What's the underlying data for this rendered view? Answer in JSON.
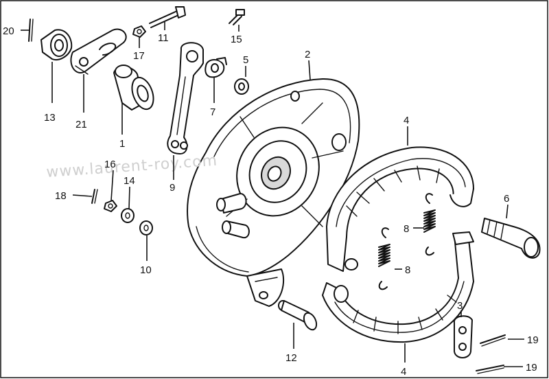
{
  "watermark": "www.laurent-roy.com",
  "callouts": [
    {
      "id": "c20",
      "label": "20"
    },
    {
      "id": "c13",
      "label": "13"
    },
    {
      "id": "c21",
      "label": "21"
    },
    {
      "id": "c1",
      "label": "1"
    },
    {
      "id": "c17",
      "label": "17"
    },
    {
      "id": "c11",
      "label": "11"
    },
    {
      "id": "c15",
      "label": "15"
    },
    {
      "id": "c7",
      "label": "7"
    },
    {
      "id": "c5",
      "label": "5"
    },
    {
      "id": "c2",
      "label": "2"
    },
    {
      "id": "c9",
      "label": "9"
    },
    {
      "id": "c16",
      "label": "16"
    },
    {
      "id": "c14",
      "label": "14"
    },
    {
      "id": "c18",
      "label": "18"
    },
    {
      "id": "c10",
      "label": "10"
    },
    {
      "id": "c4a",
      "label": "4"
    },
    {
      "id": "c6",
      "label": "6"
    },
    {
      "id": "c8a",
      "label": "8"
    },
    {
      "id": "c8b",
      "label": "8"
    },
    {
      "id": "c3",
      "label": "3"
    },
    {
      "id": "c19a",
      "label": "19"
    },
    {
      "id": "c19b",
      "label": "19"
    },
    {
      "id": "c12",
      "label": "12"
    },
    {
      "id": "c4b",
      "label": "4"
    }
  ]
}
